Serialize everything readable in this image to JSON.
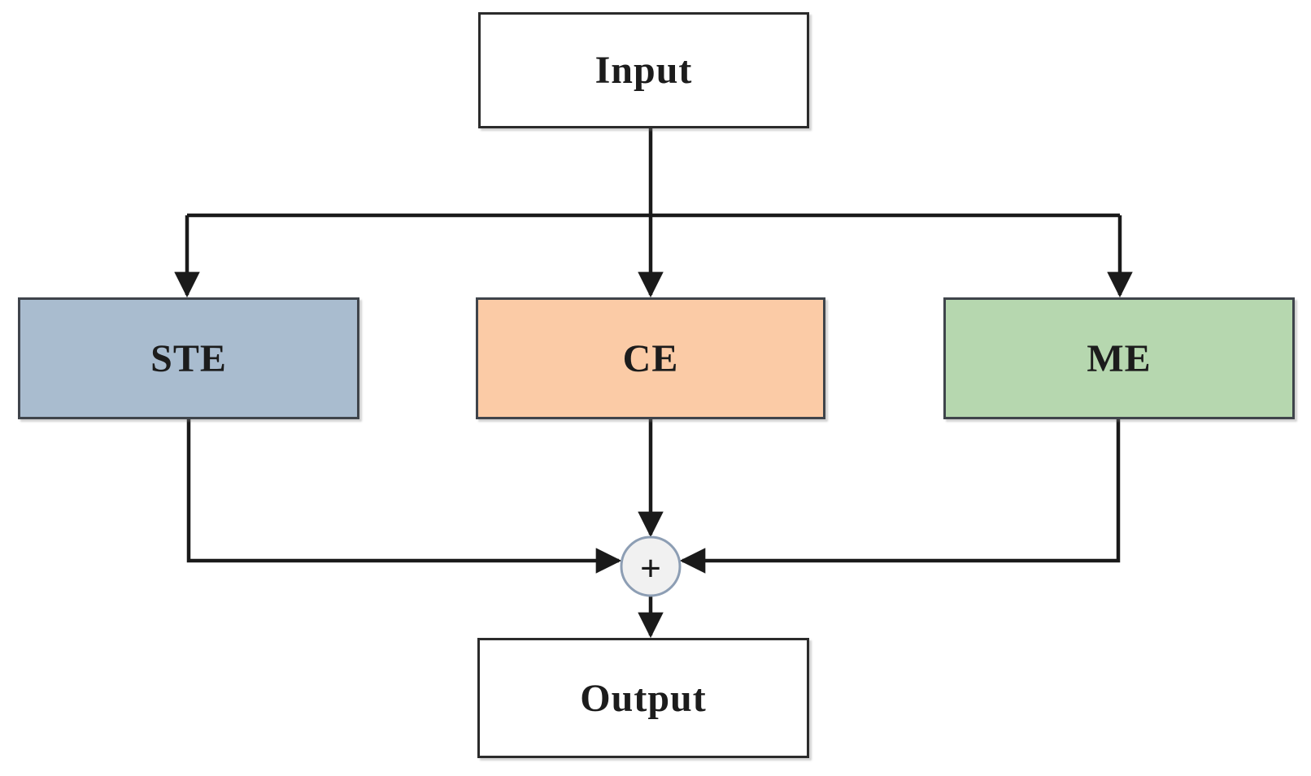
{
  "diagram": {
    "type": "flowchart",
    "description": "Input feeds three parallel modules (STE, CE, ME) whose outputs are summed to produce the Output",
    "nodes": {
      "input": {
        "label": "Input",
        "fill": "#ffffff",
        "border": "#2b2b2b"
      },
      "ste": {
        "label": "STE",
        "fill": "#a9bccf",
        "border": "#3f444b"
      },
      "ce": {
        "label": "CE",
        "fill": "#fbcba6",
        "border": "#3f444b"
      },
      "me": {
        "label": "ME",
        "fill": "#b6d7af",
        "border": "#3f444b"
      },
      "sum": {
        "label": "+",
        "fill": "#f1f1f1",
        "border": "#8d9eb4"
      },
      "output": {
        "label": "Output",
        "fill": "#ffffff",
        "border": "#2b2b2b"
      }
    },
    "edges": [
      {
        "from": "input",
        "to": "ste"
      },
      {
        "from": "input",
        "to": "ce"
      },
      {
        "from": "input",
        "to": "me"
      },
      {
        "from": "ste",
        "to": "sum"
      },
      {
        "from": "ce",
        "to": "sum"
      },
      {
        "from": "me",
        "to": "sum"
      },
      {
        "from": "sum",
        "to": "output"
      }
    ],
    "line_color": "#1a1a1a"
  }
}
